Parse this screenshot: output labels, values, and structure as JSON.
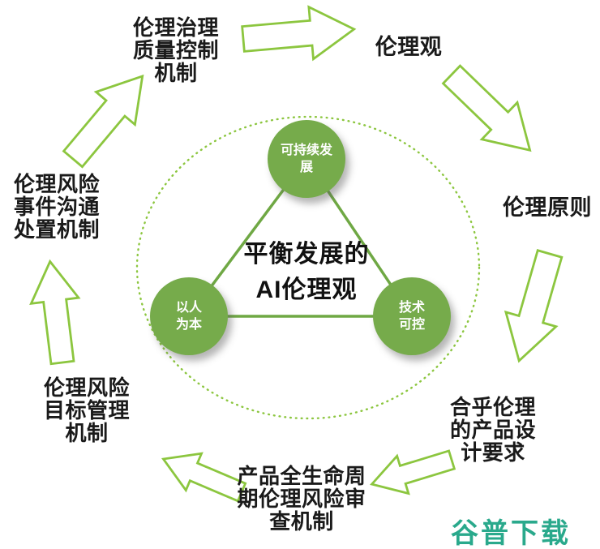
{
  "diagram": {
    "center": {
      "title": "平衡发展的\nAI伦理观",
      "nodes": [
        {
          "id": "sustainable-development",
          "label": "可持续发\n展"
        },
        {
          "id": "people-oriented",
          "label": "以人\n为本"
        },
        {
          "id": "technology-controllable",
          "label": "技术\n可控"
        }
      ]
    },
    "cycle": [
      {
        "id": "ethics-governance-quality-control",
        "label": "伦理治理\n质量控制\n机制"
      },
      {
        "id": "ethics-view",
        "label": "伦理观"
      },
      {
        "id": "ethics-principles",
        "label": "伦理原则"
      },
      {
        "id": "ethical-product-design-requirements",
        "label": "合乎伦理\n的产品设\n计要求"
      },
      {
        "id": "lifecycle-ethics-risk-review",
        "label": "产品全生命周\n期伦理风险审\n查机制"
      },
      {
        "id": "ethics-risk-target-management",
        "label": "伦理风险\n目标管理\n机制"
      },
      {
        "id": "ethics-risk-event-handling",
        "label": "伦理风险\n事件沟通\n处置机制"
      }
    ],
    "colors": {
      "node_green": "#76ab4b",
      "arrow_green": "#8cc63f",
      "triangle_line_green": "#6fa844",
      "text_black": "#1a1a1a",
      "watermark_teal": "#2aa98c"
    }
  },
  "watermark": {
    "label": "谷普下载"
  }
}
